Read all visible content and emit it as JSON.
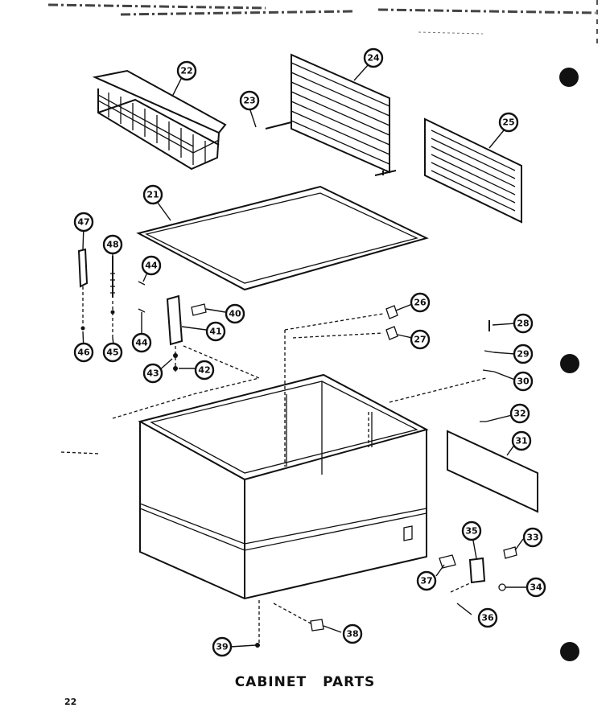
{
  "title_words": [
    "CABINET",
    "PARTS"
  ],
  "page_number": "22",
  "callouts": [
    "21",
    "22",
    "23",
    "24",
    "25",
    "26",
    "27",
    "28",
    "29",
    "30",
    "31",
    "32",
    "33",
    "34",
    "35",
    "36",
    "37",
    "38",
    "39",
    "40",
    "41",
    "42",
    "43",
    "44",
    "44",
    "45",
    "46",
    "47",
    "48"
  ],
  "icons": {
    "binding_hole": "filled-circle"
  }
}
